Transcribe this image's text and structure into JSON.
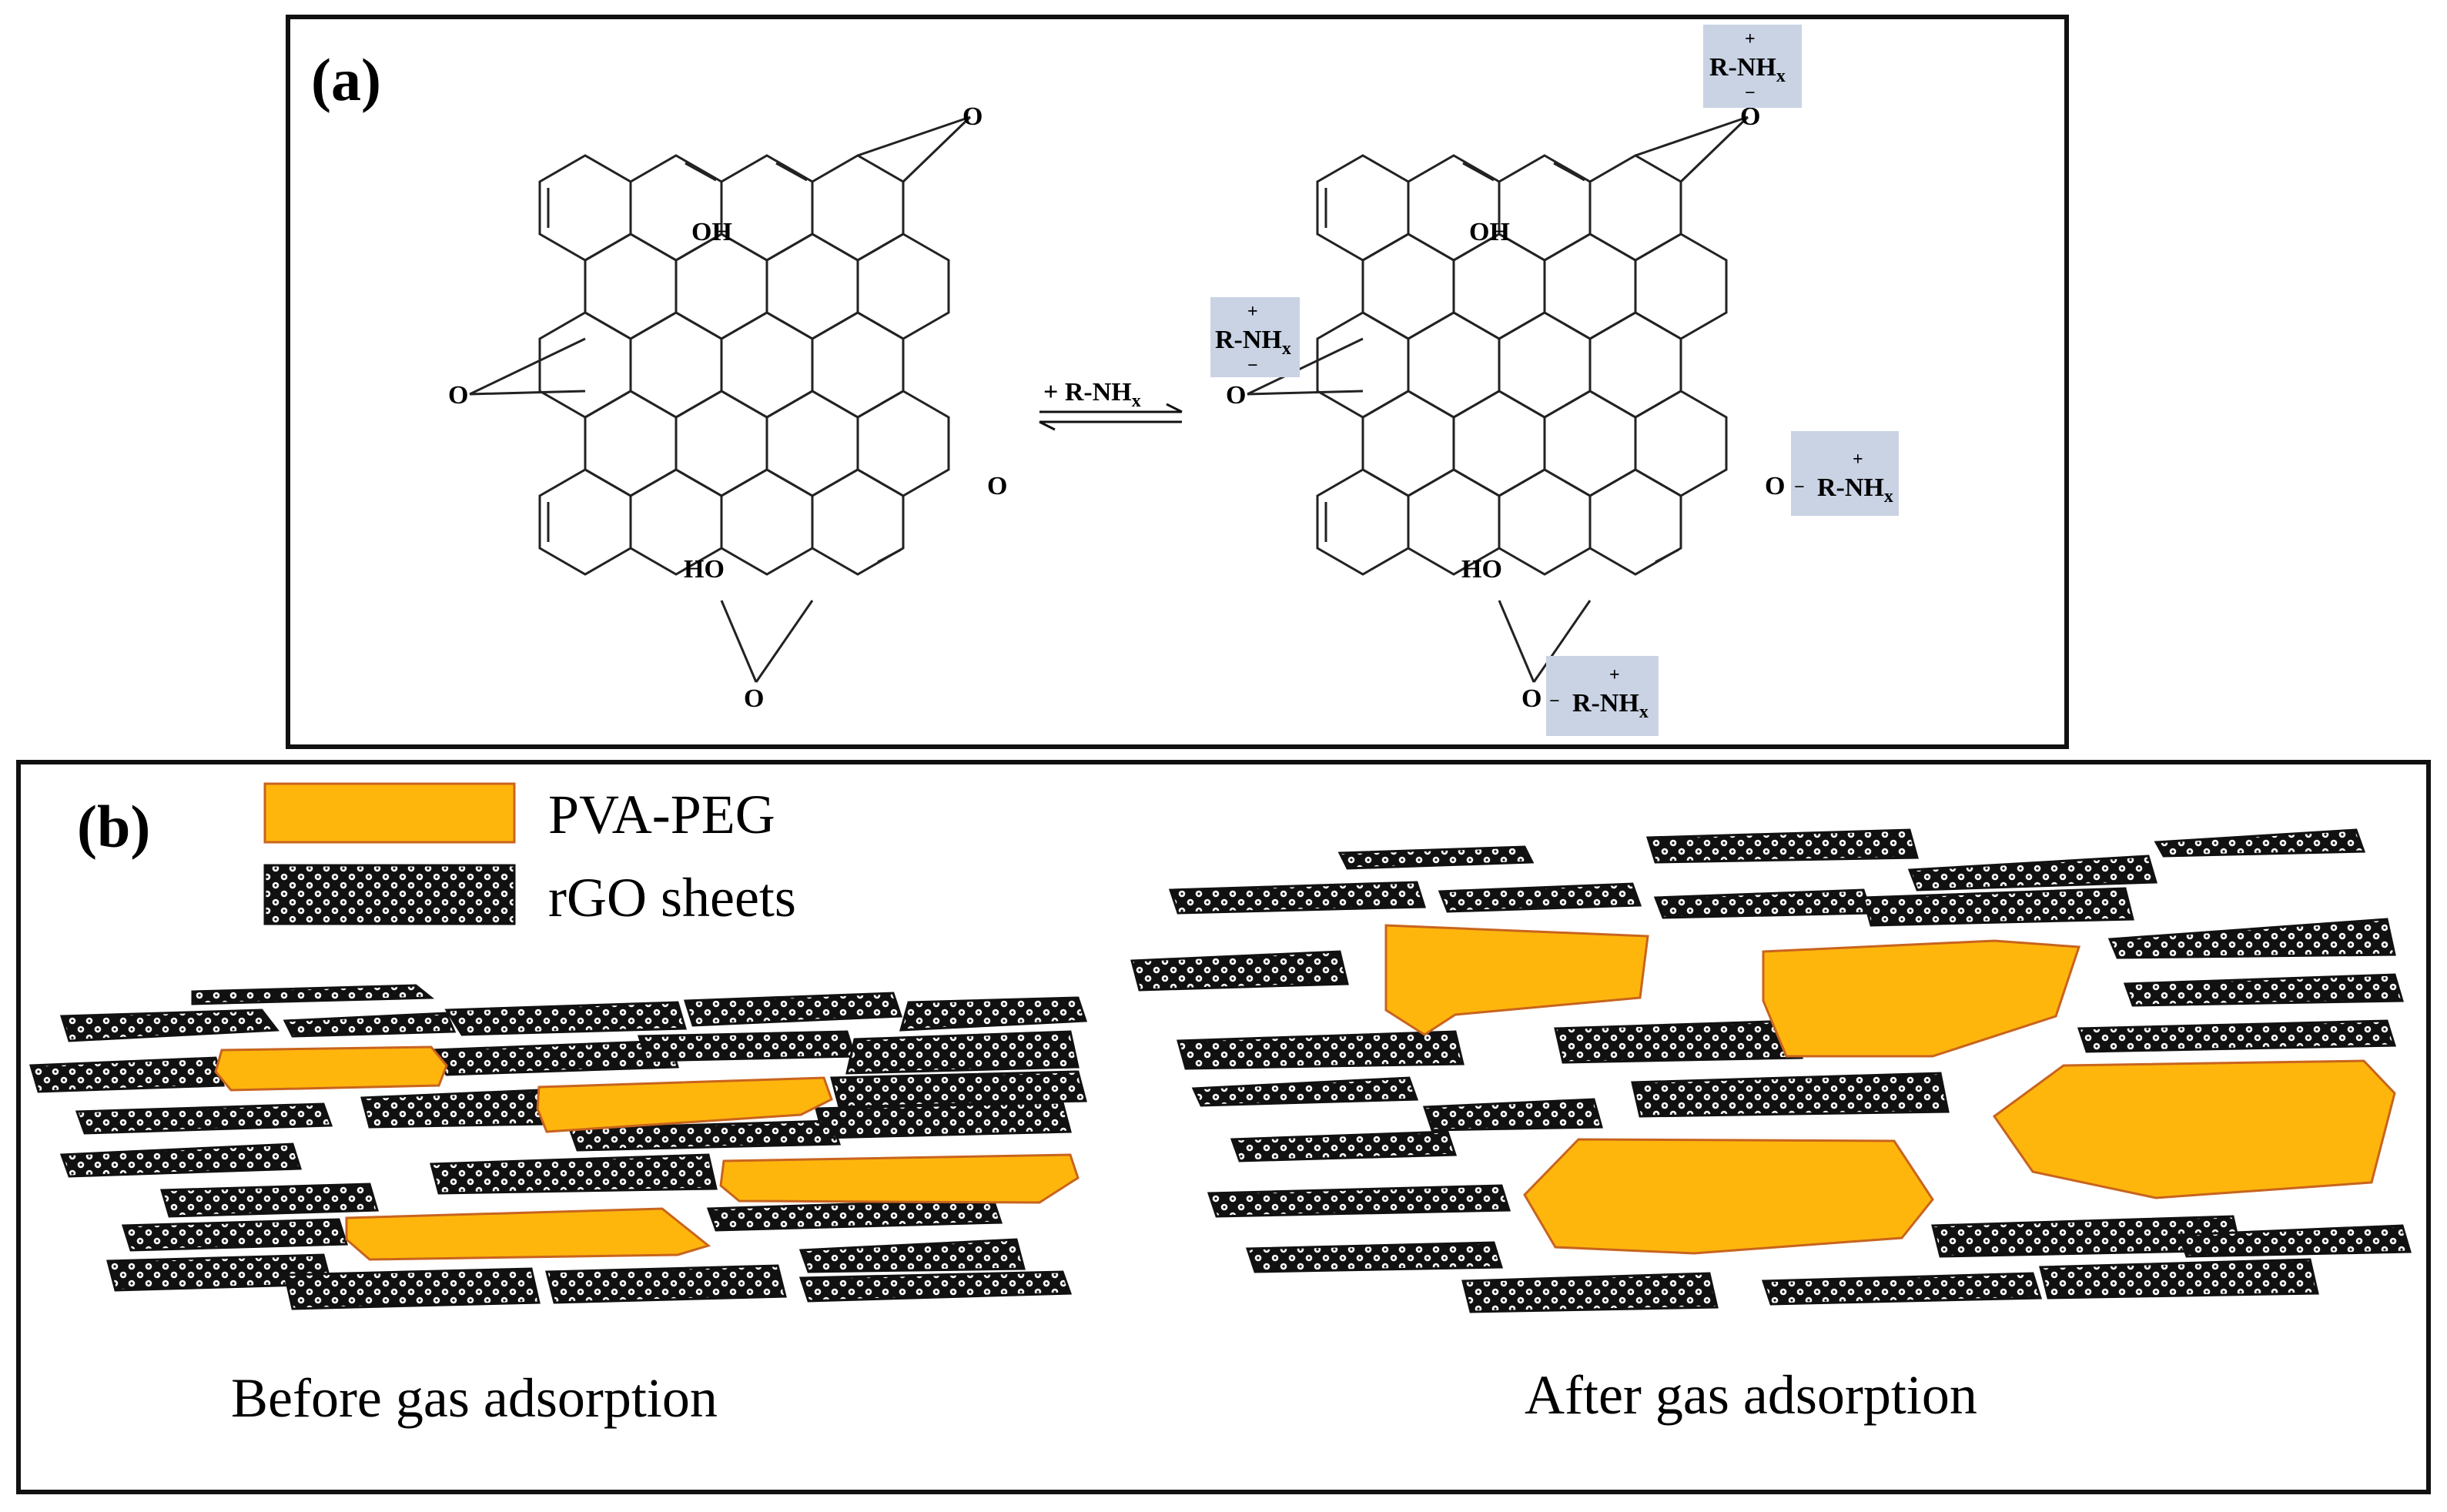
{
  "panel_a": {
    "label": "(a)",
    "arrow_label": "+ R-NH",
    "arrow_label_sub": "x",
    "atoms": {
      "O": "O",
      "OH": "OH",
      "HO": "HO"
    },
    "amine": {
      "text": "R-NH",
      "sub": "x",
      "plus": "+",
      "minus": "−"
    }
  },
  "panel_b": {
    "label": "(b)",
    "legend": [
      {
        "label": "PVA-PEG",
        "color": "#FFB60C"
      },
      {
        "label": "rGO sheets",
        "color": "#1a1a1a"
      }
    ],
    "caption_before": "Before gas adsorption",
    "caption_after": "After gas adsorption"
  },
  "colors": {
    "pva_fill": "#FFB60C",
    "pva_stroke": "#C8641E",
    "amine_bg": "#C9D3E4"
  }
}
